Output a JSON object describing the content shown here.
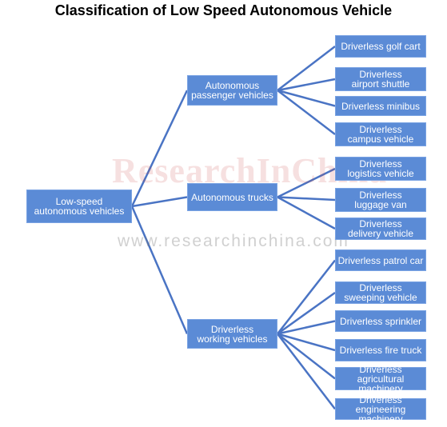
{
  "title": "Classification of Low Speed Autonomous Vehicle",
  "watermark": {
    "brand": "ResearchInChina",
    "url": "www.researchinchina.com"
  },
  "colors": {
    "node_fill": "#5b8bd6",
    "connector": "#4a74c4",
    "text": "#ffffff"
  },
  "root": {
    "label": "Low-speed\nautonomous vehicles"
  },
  "categories": [
    {
      "label": "Autonomous\npassenger vehicles",
      "items": [
        "Driverless golf cart",
        "Driverless\nairport shuttle",
        "Driverless minibus",
        "Driverless\ncampus vehicle"
      ]
    },
    {
      "label": "Autonomous trucks",
      "items": [
        "Driverless\nlogistics vehicle",
        "Driverless\nluggage van",
        "Driverless\ndelivery vehicle"
      ]
    },
    {
      "label": "Driverless\nworking vehicles",
      "items": [
        "Driverless patrol car",
        "Driverless\nsweeping vehicle",
        "Driverless sprinkler",
        "Driverless fire truck",
        "Driverless\nagricultural machinery",
        "Driverless\nengineering machinery"
      ]
    }
  ]
}
